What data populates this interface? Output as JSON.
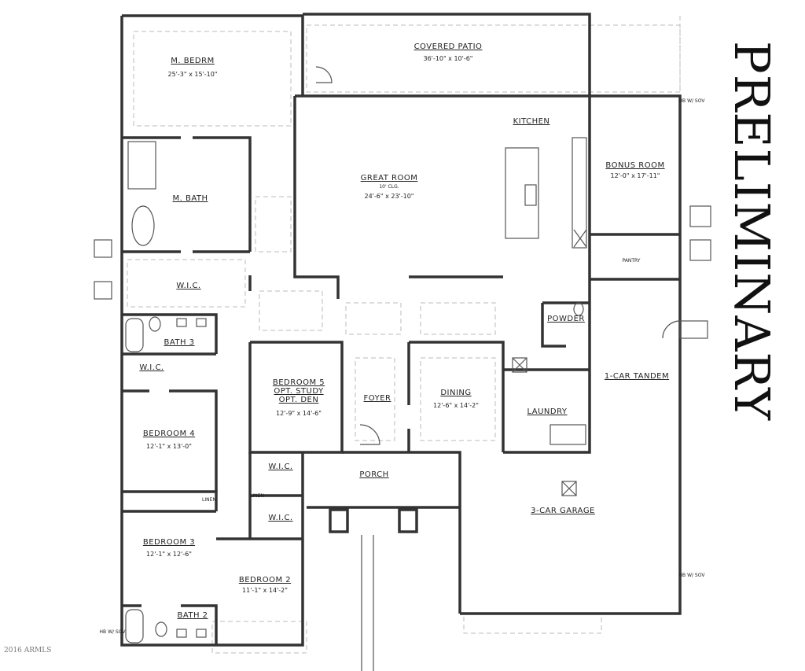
{
  "stamp": "PRELIMINARY",
  "watermark": "2016 ARMLS",
  "rooms": [
    {
      "name": "M. BEDRM",
      "dim": "25'-3\" x 15'-10\""
    },
    {
      "name": "COVERED PATIO",
      "dim": "36'-10\" x 10'-6\""
    },
    {
      "name": "KITCHEN"
    },
    {
      "name": "GREAT ROOM",
      "note": "10' CLG.",
      "dim": "24'-6\" x 23'-10\""
    },
    {
      "name": "BONUS ROOM",
      "dim": "12'-0\" x 17'-11\""
    },
    {
      "name": "M. BATH"
    },
    {
      "name": "W.I.C."
    },
    {
      "name": "PANTRY"
    },
    {
      "name": "POWDER"
    },
    {
      "name": "BATH 3"
    },
    {
      "name": "W.I.C."
    },
    {
      "name": "1-CAR TANDEM"
    },
    {
      "name": "BEDROOM 5",
      "line2": "OPT. STUDY",
      "line3": "OPT. DEN",
      "dim": "12'-9\" x 14'-6\""
    },
    {
      "name": "FOYER"
    },
    {
      "name": "DINING",
      "dim": "12'-6\" x 14'-2\""
    },
    {
      "name": "LAUNDRY"
    },
    {
      "name": "BEDROOM 4",
      "dim": "12'-1\" x 13'-0\""
    },
    {
      "name": "W.I.C."
    },
    {
      "name": "PORCH"
    },
    {
      "name": "LINEN"
    },
    {
      "name": "LINEN"
    },
    {
      "name": "W.I.C."
    },
    {
      "name": "3-CAR GARAGE"
    },
    {
      "name": "BEDROOM 3",
      "dim": "12'-1\" x 12'-6\""
    },
    {
      "name": "BEDROOM 2",
      "dim": "11'-1\" x 14'-2\""
    },
    {
      "name": "BATH 2"
    }
  ],
  "notes": {
    "hb1": "HB W/ SOV",
    "hb2": "HB W/ SOV",
    "hb3": "HB W/ SOV"
  }
}
